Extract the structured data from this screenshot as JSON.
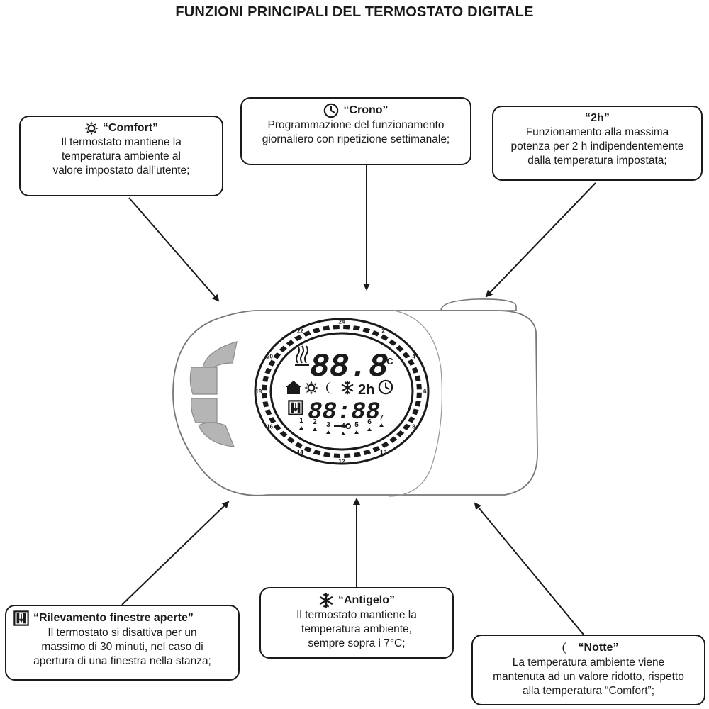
{
  "title": "FUNZIONI PRINCIPALI DEL TERMOSTATO DIGITALE",
  "boxes": {
    "comfort": {
      "label": "“Comfort”",
      "icon": "sun-icon",
      "lines": [
        "Il termostato mantiene la",
        "temperatura ambiente al",
        "valore impostato dall’utente;"
      ]
    },
    "crono": {
      "label": "“Crono”",
      "icon": "clock-icon",
      "lines": [
        "Programmazione del funzionamento",
        "giornaliero con ripetizione settimanale;"
      ]
    },
    "h2": {
      "label": "“2h”",
      "lines": [
        "Funzionamento alla massima",
        "potenza per 2 h indipendentemente",
        "dalla temperatura impostata;"
      ]
    },
    "finestre": {
      "label": "“Rilevamento finestre aperte”",
      "icon": "window-icon",
      "lines": [
        "Il termostato si disattiva per  un",
        "massimo di 30 minuti, nel caso di",
        "apertura di una finestra nella stanza;"
      ]
    },
    "antigelo": {
      "label": "“Antigelo”",
      "icon": "snowflake-icon",
      "lines": [
        "Il termostato mantiene la",
        "temperatura ambiente,",
        "sempre sopra i 7°C;"
      ]
    },
    "notte": {
      "label": "“Notte”",
      "icon": "moon-icon",
      "lines": [
        "La temperatura ambiente viene",
        "mantenuta ad un valore ridotto, rispetto",
        "alla temperatura “Comfort”;"
      ]
    }
  },
  "display": {
    "temperature": "88.8",
    "unit": "°C",
    "time": "88:88",
    "mode_2h": "2h",
    "hour_ticks": [
      "24",
      "2",
      "4",
      "6",
      "8",
      "10",
      "12",
      "14",
      "16",
      "18",
      "20",
      "22"
    ],
    "days": [
      "1",
      "2",
      "3",
      "4",
      "5",
      "6",
      "7"
    ]
  }
}
